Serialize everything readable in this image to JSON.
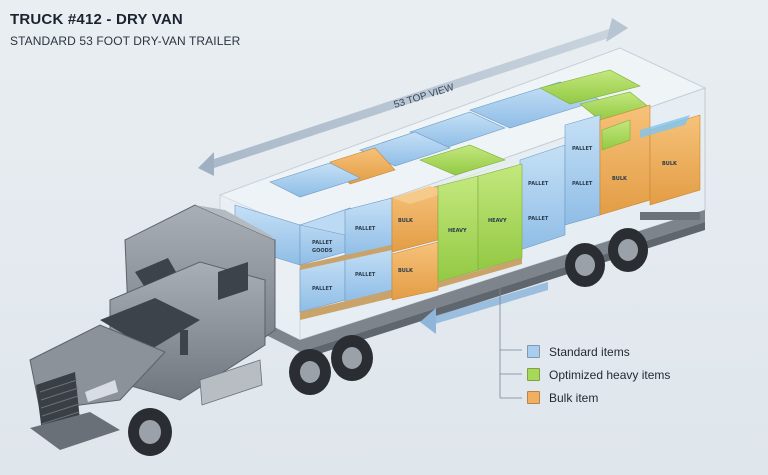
{
  "header": {
    "title": "TRUCK #412 - DRY VAN",
    "subtitle": "STANDARD 53 FOOT DRY-VAN TRAILER"
  },
  "trailer": {
    "top_view_label": "53 TOP VIEW"
  },
  "legend": {
    "items": [
      {
        "label": "Standard items",
        "color": "#a9cdef"
      },
      {
        "label": "Optimized heavy items",
        "color": "#a8d85a"
      },
      {
        "label": "Bulk item",
        "color": "#f0b060"
      }
    ]
  },
  "colors": {
    "standard": "#9fc9ec",
    "heavy": "#a6d85a",
    "bulk": "#eeaa5a",
    "truck_body": "#8f959c",
    "trailer_glass": "#e8f0f6"
  }
}
